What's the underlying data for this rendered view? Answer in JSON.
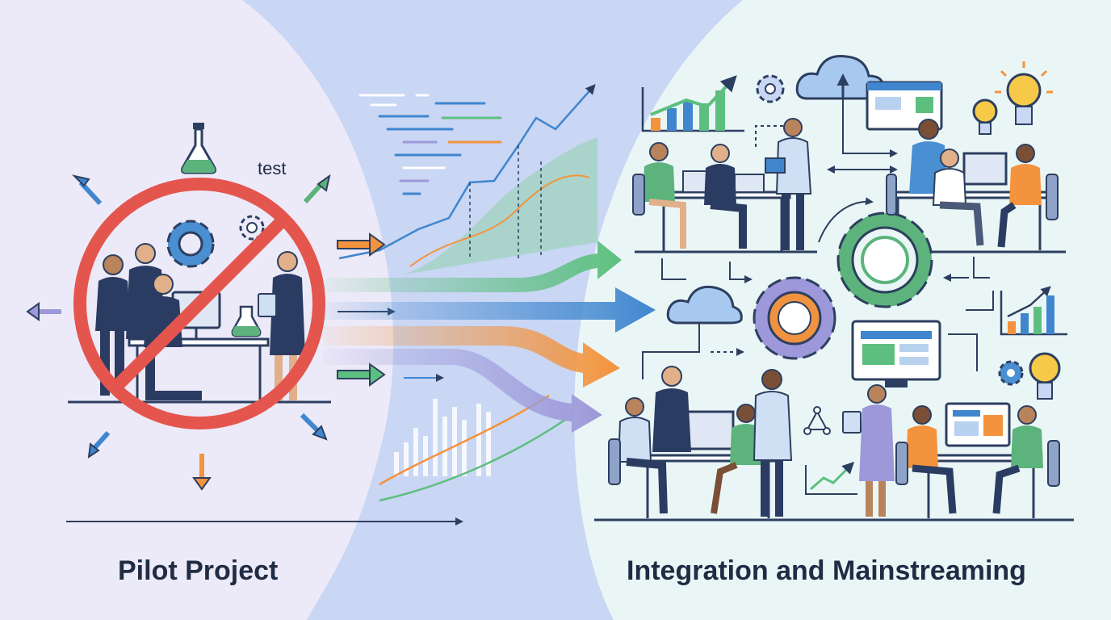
{
  "diagram": {
    "left_caption": "Pilot Project",
    "right_caption": "Integration and Mainstreaming",
    "pilot_annotation": "test"
  },
  "colors": {
    "left_background": "#eceaf8",
    "middle_band": "#c9d6f4",
    "right_background": "#eaf6f6",
    "prohibition_red": "#e4554e",
    "flow_green": "#5dbf7f",
    "flow_blue": "#3f86cf",
    "flow_orange": "#f3933d",
    "flow_purple": "#9c98d9",
    "suit_navy": "#2b3c63",
    "gear_blue": "#4a8fd1",
    "gear_green": "#5cb37b",
    "gear_orange": "#f0923f"
  },
  "icons": [
    "beaker-icon",
    "gear-icon",
    "prohibition-icon",
    "cloud-icon",
    "lightbulb-icon",
    "monitor-icon",
    "bar-chart-icon",
    "line-chart-icon"
  ]
}
